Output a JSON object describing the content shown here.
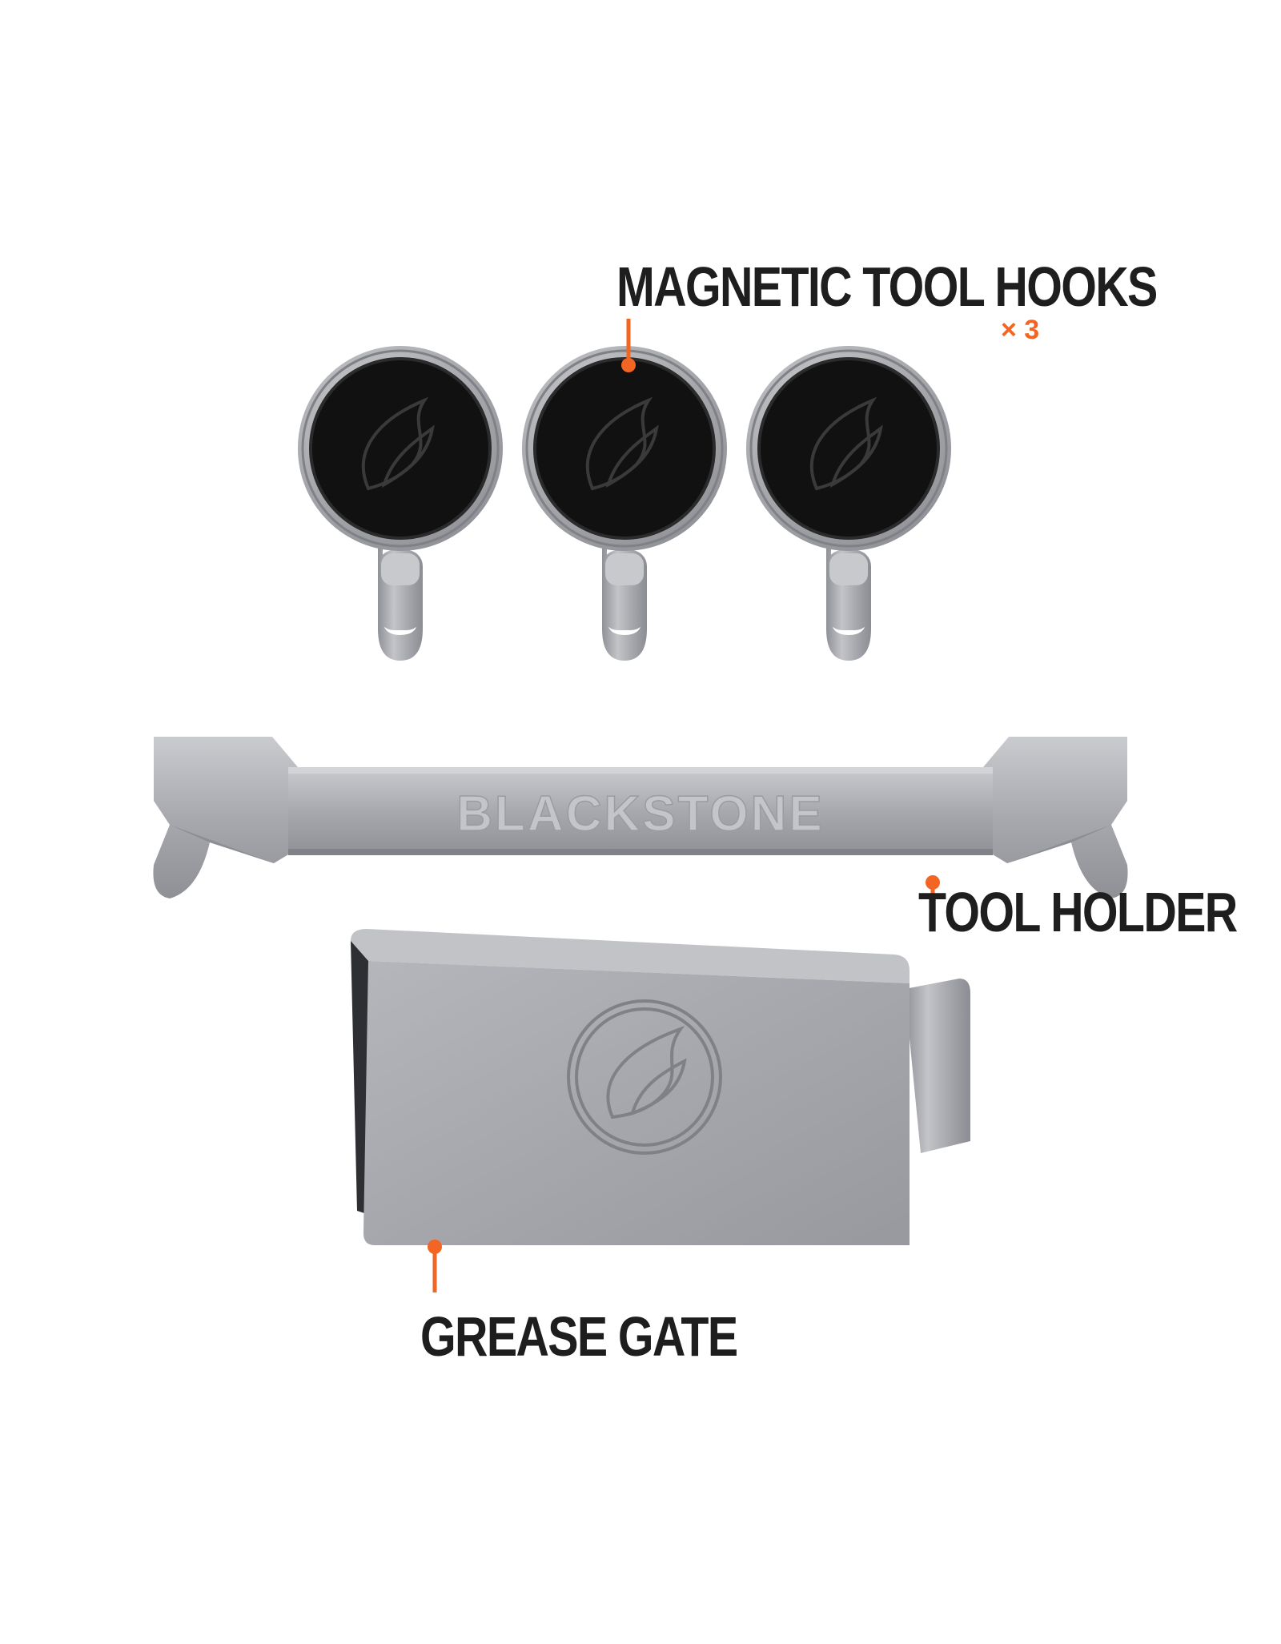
{
  "labels": {
    "hooks": "MAGNETIC TOOL HOOKS",
    "hooks_qty": "× 3",
    "holder": "TOOL HOLDER",
    "gate": "GREASE GATE"
  },
  "engraving": {
    "holder_brand": "BLACKSTONE"
  },
  "colors": {
    "accent": "#f26522",
    "text": "#1e1e1e",
    "steel": "#a9abb0",
    "magnet": "#111111"
  },
  "icons": {
    "hook_logo": "flame-logo-icon",
    "gate_logo": "flame-emblem-icon"
  }
}
